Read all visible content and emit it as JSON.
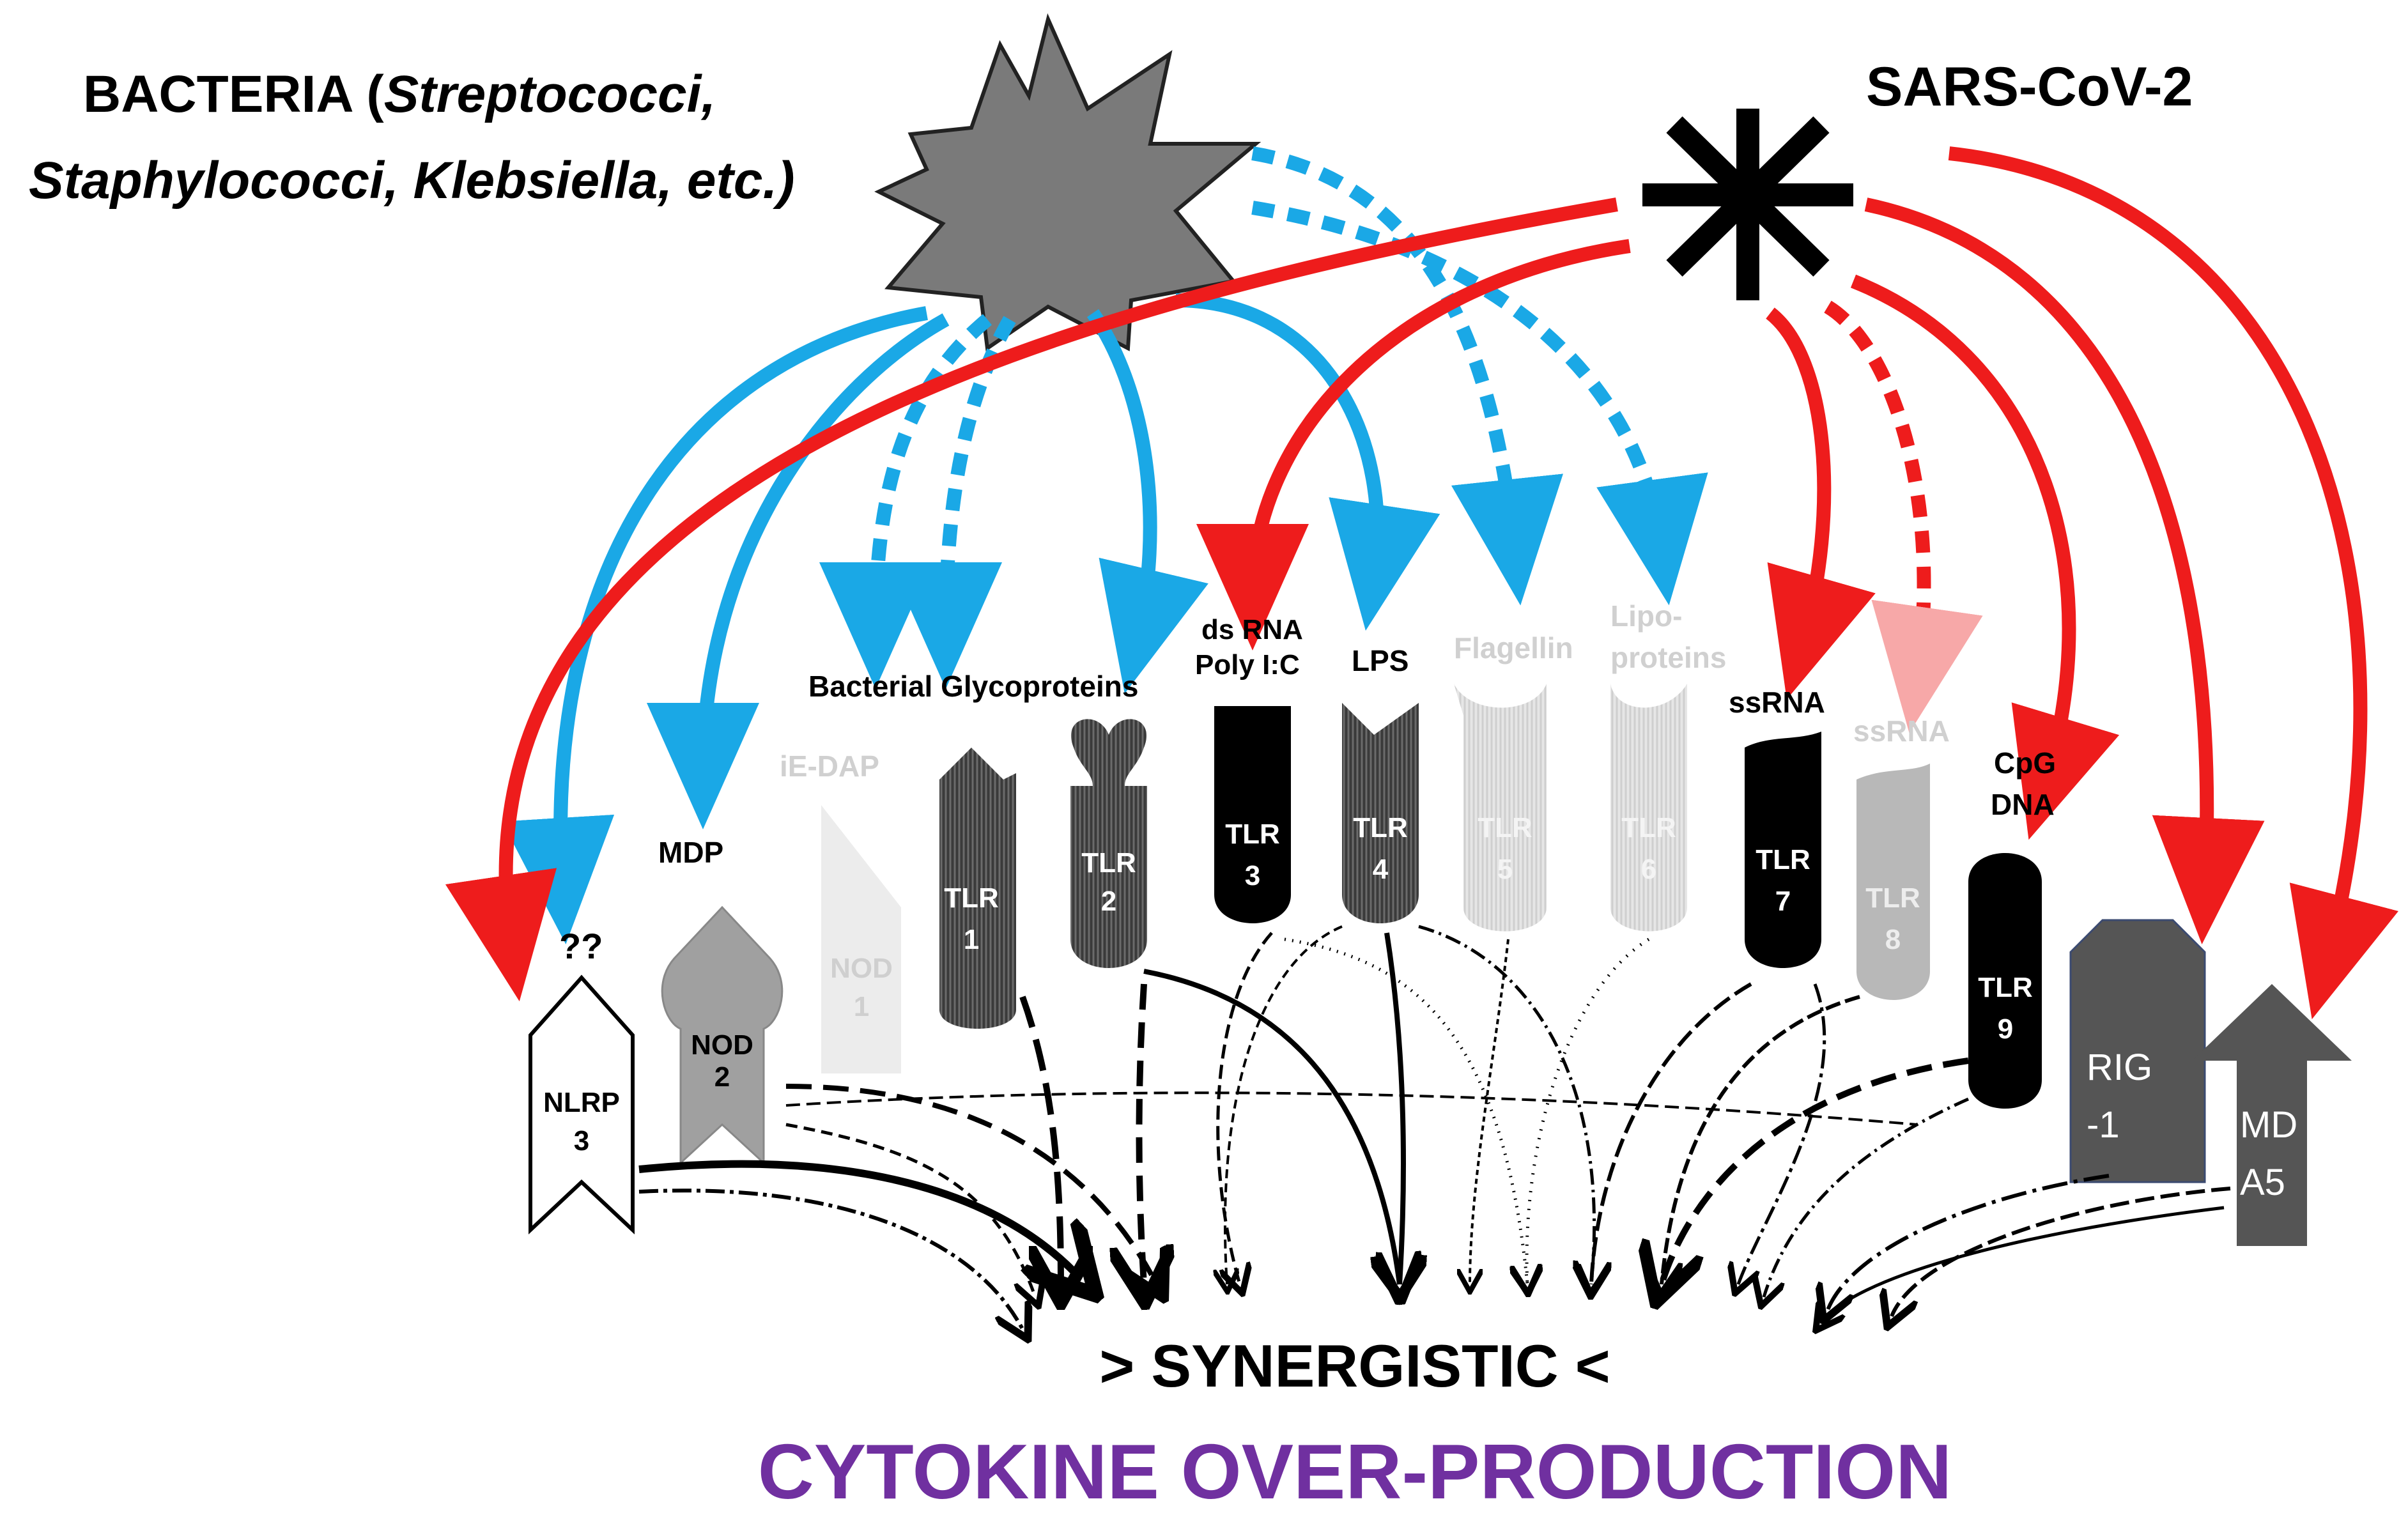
{
  "labels": {
    "bacteria_prefix": "BACTERIA (",
    "bacteria_line1_italic": "Streptococci,",
    "bacteria_line2": "Staphylococci, Klebsiella, etc.)",
    "virus": "SARS-CoV-2",
    "qq": "??",
    "mdp": "MDP",
    "iedap": "iE-DAP",
    "bact_glyco": "Bacterial Glycoproteins",
    "dsrna_1": "ds RNA",
    "dsrna_2": "Poly I:C",
    "lps": "LPS",
    "flagellin": "Flagellin",
    "lipo_1": "Lipo-",
    "lipo_2": "proteins",
    "ssrna7": "ssRNA",
    "ssrna8": "ssRNA",
    "cpg_1": "CpG",
    "cpg_2": "DNA",
    "synergistic": "> SYNERGISTIC <",
    "cytokine": "CYTOKINE OVER-PRODUCTION"
  },
  "receptors": {
    "nlrp3": [
      "NLRP",
      "3"
    ],
    "nod2": [
      "NOD",
      "2"
    ],
    "nod1": [
      "NOD",
      "1"
    ],
    "tlr1": [
      "TLR",
      "1"
    ],
    "tlr2": [
      "TLR",
      "2"
    ],
    "tlr3": [
      "TLR",
      "3"
    ],
    "tlr4": [
      "TLR",
      "4"
    ],
    "tlr5": [
      "TLR",
      "5"
    ],
    "tlr6": [
      "TLR",
      "6"
    ],
    "tlr7": [
      "TLR",
      "7"
    ],
    "tlr8": [
      "TLR",
      "8"
    ],
    "tlr9": [
      "TLR",
      "9"
    ],
    "rig1": [
      "RIG",
      "-1"
    ],
    "mda5": [
      "MD",
      "A5"
    ]
  },
  "colors": {
    "bacteria_arrow": "#1aa8e6",
    "virus_arrow": "#ee1c1c",
    "cytokine": "#7030a0",
    "faded": "#d0d0d0",
    "dark_receptor": "#4f4f4f"
  }
}
